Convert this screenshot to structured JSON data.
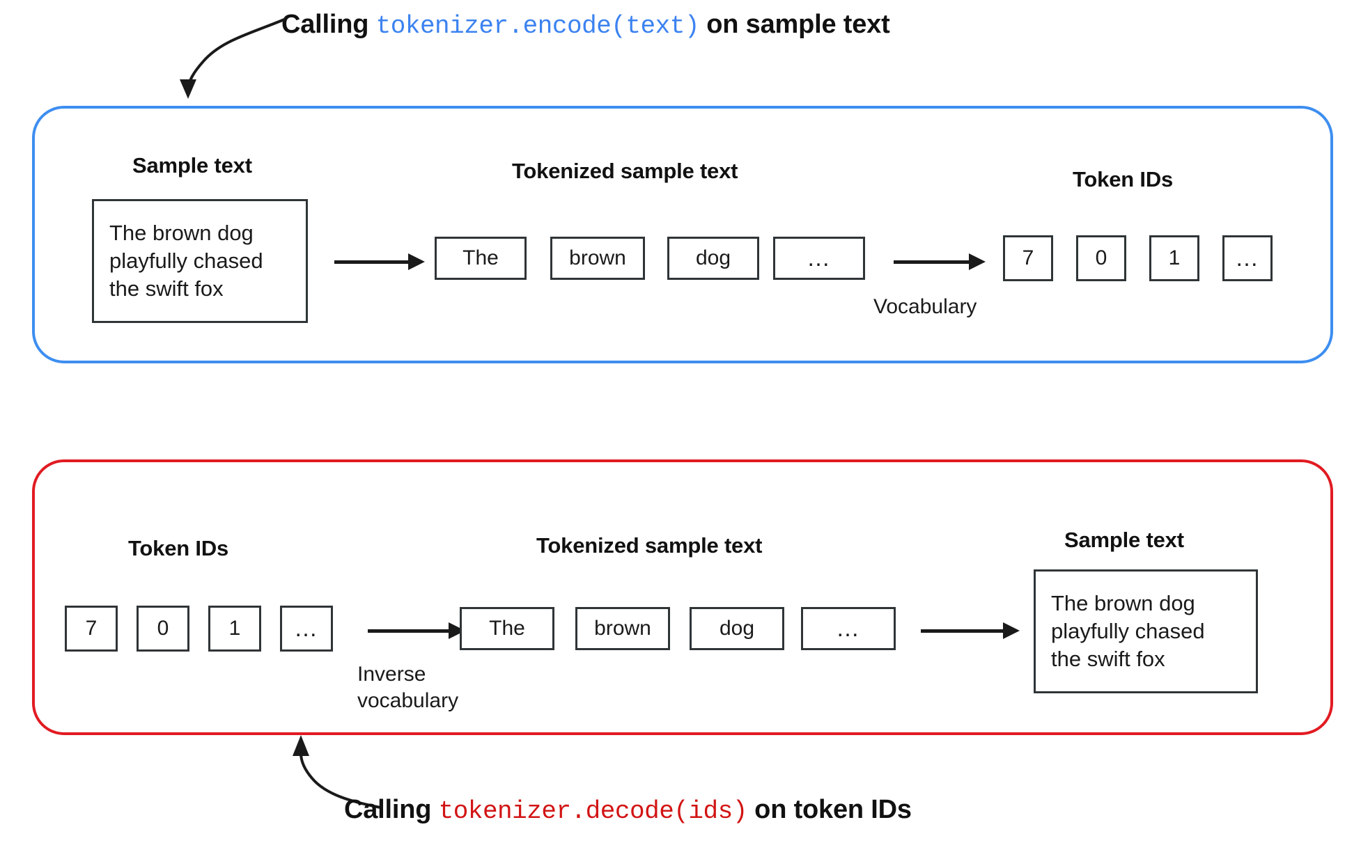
{
  "colors": {
    "encode_accent": "#3d8ef0",
    "decode_accent": "#e11b22",
    "code_blue": "#3b82f0",
    "code_red": "#d21414",
    "box_stroke": "#2f3437",
    "text": "#1a1a1a",
    "background": "#ffffff"
  },
  "captions": {
    "encode": {
      "prefix": "Calling ",
      "code": "tokenizer.encode(text)",
      "suffix": " on sample text"
    },
    "decode": {
      "prefix": "Calling ",
      "code": "tokenizer.decode(ids)",
      "suffix": " on token IDs"
    }
  },
  "encode_panel": {
    "headings": {
      "sample_text": "Sample text",
      "tokenized": "Tokenized sample text",
      "token_ids": "Token IDs"
    },
    "sample_text_lines": [
      "The brown dog",
      "playfully chased",
      "the swift fox"
    ],
    "tokens": [
      "The",
      "brown",
      "dog",
      "…"
    ],
    "token_ids": [
      "7",
      "0",
      "1",
      "…"
    ],
    "arrow_label": "Vocabulary"
  },
  "decode_panel": {
    "headings": {
      "token_ids": "Token IDs",
      "tokenized": "Tokenized sample text",
      "sample_text": "Sample text"
    },
    "token_ids": [
      "7",
      "0",
      "1",
      "…"
    ],
    "tokens": [
      "The",
      "brown",
      "dog",
      "…"
    ],
    "sample_text_lines": [
      "The brown dog",
      "playfully chased",
      "the swift fox"
    ],
    "arrow_label": "Inverse\nvocabulary"
  }
}
